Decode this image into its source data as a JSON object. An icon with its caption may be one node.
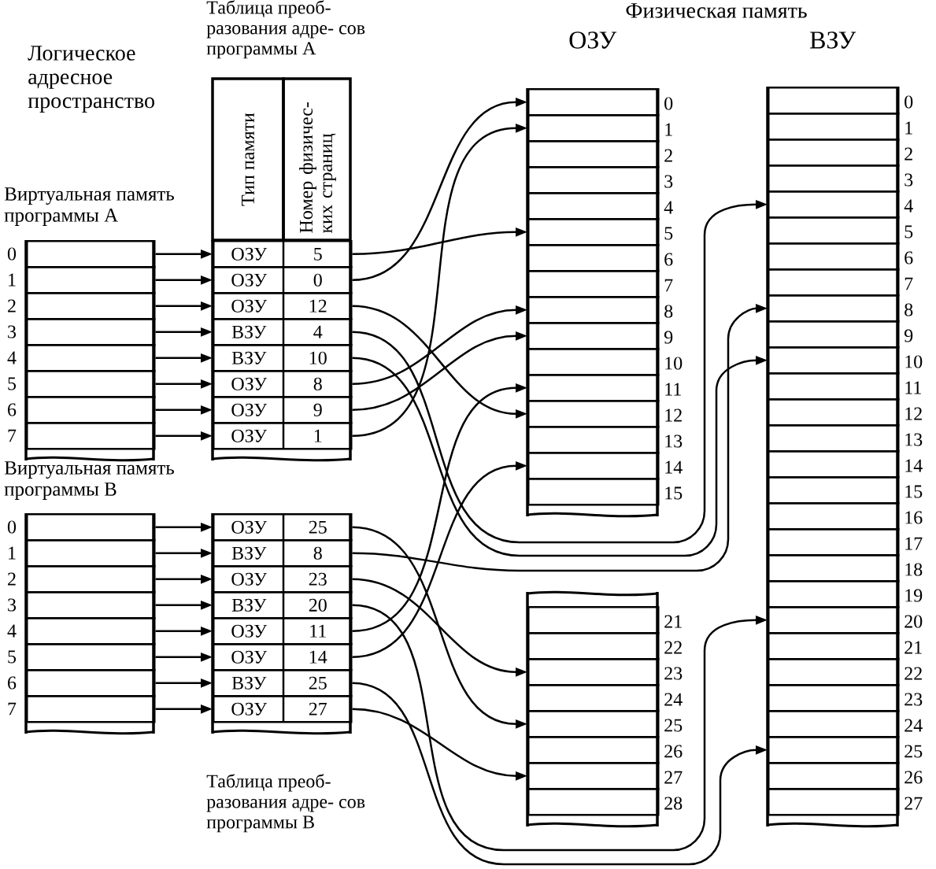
{
  "diagram": {
    "nodes": [
      {
        "text": [
          "Виртуальная память программы А"
        ]
      },
      {
        "text": [],
        "shape": "box",
        "in": 0,
        "beside": [
          "0"
        ]
      },
      {
        "text": [],
        "shape": "box",
        "in": 0,
        "beside": [
          "1"
        ]
      },
      {
        "text": [],
        "shape": "box",
        "in": 0,
        "beside": [
          "2"
        ]
      },
      {
        "text": [],
        "shape": "box",
        "in": 0,
        "beside": [
          "3"
        ]
      },
      {
        "text": [],
        "shape": "box",
        "in": 0,
        "beside": [
          "4"
        ]
      },
      {
        "text": [],
        "shape": "box",
        "in": 0,
        "beside": [
          "5"
        ]
      },
      {
        "text": [],
        "shape": "box",
        "in": 0,
        "beside": [
          "6"
        ]
      },
      {
        "text": [],
        "shape": "box",
        "in": 0,
        "beside": [
          "7"
        ]
      },
      {
        "text": [
          "Таблица преоб- разования адре- сов программы А",
          "Тип памяти",
          "Номер физичес- ких страниц"
        ]
      },
      {
        "text": [
          "ОЗУ",
          "5"
        ],
        "in": 9
      },
      {
        "text": [
          "ОЗУ",
          "0"
        ],
        "in": 9
      },
      {
        "text": [
          "ОЗУ",
          "12"
        ],
        "in": 9
      },
      {
        "text": [
          "ВЗУ",
          "4"
        ],
        "in": 9
      },
      {
        "text": [
          "ВЗУ",
          "10"
        ],
        "in": 9
      },
      {
        "text": [
          "ОЗУ",
          "8"
        ],
        "in": 9
      },
      {
        "text": [
          "ОЗУ",
          "9"
        ],
        "in": 9
      },
      {
        "text": [
          "ОЗУ",
          "1"
        ],
        "in": 9
      },
      {
        "text": [
          "Виртуальная память программы В"
        ]
      },
      {
        "text": [],
        "shape": "box",
        "in": 18,
        "beside": [
          "0"
        ]
      },
      {
        "text": [],
        "shape": "box",
        "in": 18,
        "beside": [
          "1"
        ]
      },
      {
        "text": [],
        "shape": "box",
        "in": 18,
        "beside": [
          "2"
        ]
      },
      {
        "text": [],
        "shape": "box",
        "in": 18,
        "beside": [
          "3"
        ]
      },
      {
        "text": [],
        "shape": "box",
        "in": 18,
        "beside": [
          "4"
        ]
      },
      {
        "text": [],
        "shape": "box",
        "in": 18,
        "beside": [
          "5"
        ]
      },
      {
        "text": [],
        "shape": "box",
        "in": 18,
        "beside": [
          "6"
        ]
      },
      {
        "text": [],
        "shape": "box",
        "in": 18,
        "beside": [
          "7"
        ]
      },
      {
        "text": [
          "Таблица преоб- разования адре- сов программы В"
        ]
      },
      {
        "text": [
          "ОЗУ",
          "25"
        ],
        "in": 27
      },
      {
        "text": [
          "ВЗУ",
          "8"
        ],
        "in": 27
      },
      {
        "text": [
          "ОЗУ",
          "23"
        ],
        "in": 27
      },
      {
        "text": [
          "ВЗУ",
          "20"
        ],
        "in": 27
      },
      {
        "text": [
          "ОЗУ",
          "11"
        ],
        "in": 27
      },
      {
        "text": [
          "ОЗУ",
          "14"
        ],
        "in": 27
      },
      {
        "text": [
          "ВЗУ",
          "25"
        ],
        "in": 27
      },
      {
        "text": [
          "ОЗУ",
          "27"
        ],
        "in": 27
      },
      {
        "text": [
          "ОЗУ"
        ]
      },
      {
        "text": [],
        "shape": "box",
        "in": 36,
        "beside": [
          "0"
        ]
      },
      {
        "text": [],
        "shape": "box",
        "in": 36,
        "beside": [
          "1"
        ]
      },
      {
        "text": [],
        "shape": "box",
        "in": 36,
        "beside": [
          "2"
        ]
      },
      {
        "text": [],
        "shape": "box",
        "in": 36,
        "beside": [
          "3"
        ]
      },
      {
        "text": [],
        "shape": "box",
        "in": 36,
        "beside": [
          "4"
        ]
      },
      {
        "text": [],
        "shape": "box",
        "in": 36,
        "beside": [
          "5"
        ]
      },
      {
        "text": [],
        "shape": "box",
        "in": 36,
        "beside": [
          "6"
        ]
      },
      {
        "text": [],
        "shape": "box",
        "in": 36,
        "beside": [
          "7"
        ]
      },
      {
        "text": [],
        "shape": "box",
        "in": 36,
        "beside": [
          "8"
        ]
      },
      {
        "text": [],
        "shape": "box",
        "in": 36,
        "beside": [
          "9"
        ]
      },
      {
        "text": [],
        "shape": "box",
        "in": 36,
        "beside": [
          "10"
        ]
      },
      {
        "text": [],
        "shape": "box",
        "in": 36,
        "beside": [
          "11"
        ]
      },
      {
        "text": [],
        "shape": "box",
        "in": 36,
        "beside": [
          "12"
        ]
      },
      {
        "text": [],
        "shape": "box",
        "in": 36,
        "beside": [
          "13"
        ]
      },
      {
        "text": [],
        "shape": "box",
        "in": 36,
        "beside": [
          "14"
        ]
      },
      {
        "text": [],
        "shape": "box",
        "in": 36,
        "beside": [
          "15"
        ]
      },
      {
        "text": [],
        "shape": "box"
      },
      {
        "text": [],
        "shape": "box",
        "in": 53,
        "beside": [
          "21"
        ]
      },
      {
        "text": [],
        "shape": "box",
        "in": 53,
        "beside": [
          "22"
        ]
      },
      {
        "text": [],
        "shape": "box",
        "in": 53,
        "beside": [
          "23"
        ]
      },
      {
        "text": [],
        "shape": "box",
        "in": 53,
        "beside": [
          "24"
        ]
      },
      {
        "text": [],
        "shape": "box",
        "in": 53,
        "beside": [
          "25"
        ]
      },
      {
        "text": [],
        "shape": "box",
        "in": 53,
        "beside": [
          "26"
        ]
      },
      {
        "text": [],
        "shape": "box",
        "in": 53,
        "beside": [
          "27"
        ]
      },
      {
        "text": [],
        "shape": "box",
        "in": 53,
        "beside": [
          "28"
        ]
      },
      {
        "text": [
          "ВЗУ"
        ]
      },
      {
        "text": [],
        "shape": "box",
        "in": 62,
        "beside": [
          "0"
        ]
      },
      {
        "text": [],
        "shape": "box",
        "in": 62,
        "beside": [
          "1"
        ]
      },
      {
        "text": [],
        "shape": "box",
        "in": 62,
        "beside": [
          "2"
        ]
      },
      {
        "text": [],
        "shape": "box",
        "in": 62,
        "beside": [
          "3"
        ]
      },
      {
        "text": [],
        "shape": "box",
        "in": 62,
        "beside": [
          "4"
        ]
      },
      {
        "text": [],
        "shape": "box",
        "in": 62,
        "beside": [
          "5"
        ]
      },
      {
        "text": [],
        "shape": "box",
        "in": 62,
        "beside": [
          "6"
        ]
      },
      {
        "text": [],
        "shape": "box",
        "in": 62,
        "beside": [
          "7"
        ]
      },
      {
        "text": [],
        "shape": "box",
        "in": 62,
        "beside": [
          "8"
        ]
      },
      {
        "text": [],
        "shape": "box",
        "in": 62,
        "beside": [
          "9"
        ]
      },
      {
        "text": [],
        "shape": "box",
        "in": 62,
        "beside": [
          "10"
        ]
      },
      {
        "text": [],
        "shape": "box",
        "in": 62,
        "beside": [
          "11"
        ]
      },
      {
        "text": [],
        "shape": "box",
        "in": 62,
        "beside": [
          "12"
        ]
      },
      {
        "text": [],
        "shape": "box",
        "in": 62,
        "beside": [
          "13"
        ]
      },
      {
        "text": [],
        "shape": "box",
        "in": 62,
        "beside": [
          "14"
        ]
      },
      {
        "text": [],
        "shape": "box",
        "in": 62,
        "beside": [
          "15"
        ]
      },
      {
        "text": [],
        "shape": "box",
        "in": 62,
        "beside": [
          "16"
        ]
      },
      {
        "text": [],
        "shape": "box",
        "in": 62,
        "beside": [
          "17"
        ]
      },
      {
        "text": [],
        "shape": "box",
        "in": 62,
        "beside": [
          "18"
        ]
      },
      {
        "text": [],
        "shape": "box",
        "in": 62,
        "beside": [
          "19"
        ]
      },
      {
        "text": [],
        "shape": "box",
        "in": 62,
        "beside": [
          "20"
        ]
      },
      {
        "text": [],
        "shape": "box",
        "in": 62,
        "beside": [
          "21"
        ]
      },
      {
        "text": [],
        "shape": "box",
        "in": 62,
        "beside": [
          "22"
        ]
      },
      {
        "text": [],
        "shape": "box",
        "in": 62,
        "beside": [
          "23"
        ]
      },
      {
        "text": [],
        "shape": "box",
        "in": 62,
        "beside": [
          "24"
        ]
      },
      {
        "text": [],
        "shape": "box",
        "in": 62,
        "beside": [
          "25"
        ]
      },
      {
        "text": [],
        "shape": "box",
        "in": 62,
        "beside": [
          "26"
        ]
      },
      {
        "text": [],
        "shape": "box",
        "in": 62,
        "beside": [
          "27"
        ]
      }
    ],
    "edges": [
      {
        "from": 1,
        "to": 10,
        "arrow": "to"
      },
      {
        "from": 2,
        "to": 11,
        "arrow": "to"
      },
      {
        "from": 3,
        "to": 12,
        "arrow": "to"
      },
      {
        "from": 4,
        "to": 13,
        "arrow": "to"
      },
      {
        "from": 5,
        "to": 14,
        "arrow": "to"
      },
      {
        "from": 6,
        "to": 15,
        "arrow": "to"
      },
      {
        "from": 7,
        "to": 16,
        "arrow": "to"
      },
      {
        "from": 8,
        "to": 17,
        "arrow": "to"
      },
      {
        "from": 19,
        "to": 28,
        "arrow": "to"
      },
      {
        "from": 20,
        "to": 29,
        "arrow": "to"
      },
      {
        "from": 21,
        "to": 30,
        "arrow": "to"
      },
      {
        "from": 22,
        "to": 31,
        "arrow": "to"
      },
      {
        "from": 23,
        "to": 32,
        "arrow": "to"
      },
      {
        "from": 24,
        "to": 33,
        "arrow": "to"
      },
      {
        "from": 25,
        "to": 34,
        "arrow": "to"
      },
      {
        "from": 26,
        "to": 35,
        "arrow": "to"
      },
      {
        "from": 10,
        "to": 42,
        "arrow": "to"
      },
      {
        "from": 11,
        "to": 37,
        "arrow": "to"
      },
      {
        "from": 12,
        "to": 49,
        "arrow": "to"
      },
      {
        "from": 13,
        "to": 67,
        "arrow": "to"
      },
      {
        "from": 14,
        "to": 73,
        "arrow": "to"
      },
      {
        "from": 15,
        "to": 45,
        "arrow": "to"
      },
      {
        "from": 16,
        "to": 46,
        "arrow": "to"
      },
      {
        "from": 17,
        "to": 38,
        "arrow": "to"
      },
      {
        "from": 28,
        "to": 58,
        "arrow": "to"
      },
      {
        "from": 29,
        "to": 71,
        "arrow": "to"
      },
      {
        "from": 30,
        "to": 56,
        "arrow": "to"
      },
      {
        "from": 31,
        "to": 83,
        "arrow": "to"
      },
      {
        "from": 32,
        "to": 48,
        "arrow": "to"
      },
      {
        "from": 33,
        "to": 51,
        "arrow": "to"
      },
      {
        "from": 34,
        "to": 88,
        "arrow": "to"
      },
      {
        "from": 35,
        "to": 60,
        "arrow": "to"
      }
    ],
    "labels": [
      "Логическое адресное пространство",
      "Физическая память"
    ]
  }
}
